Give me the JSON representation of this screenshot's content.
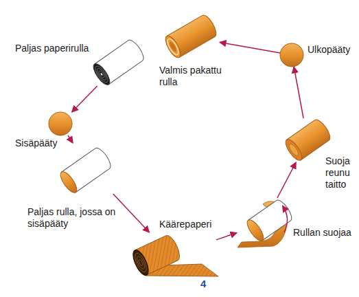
{
  "diagram": {
    "nodes": [
      {
        "text": [
          "Paljas paperirulla"
        ]
      },
      {
        "text": [
          "Sisäpääty"
        ]
      },
      {
        "text": [
          "Paljas rulla, jossa on sisäpääty"
        ]
      },
      {
        "text": [
          "Käärepaperi"
        ]
      },
      {
        "text": [
          "Rullan suojaa"
        ]
      },
      {
        "text": [
          "Suoja reunu taitto"
        ]
      },
      {
        "text": [
          "Ulkopääty"
        ]
      },
      {
        "text": [
          "Valmis pakattu rulla"
        ]
      }
    ],
    "edges": [
      {
        "from": 0,
        "to": 1,
        "arrow": "to"
      },
      {
        "from": 1,
        "to": 2,
        "arrow": "to"
      },
      {
        "from": 2,
        "to": 3,
        "arrow": "to"
      },
      {
        "from": 3,
        "to": 4,
        "arrow": "to"
      },
      {
        "from": 4,
        "to": 5,
        "arrow": "to"
      },
      {
        "from": 5,
        "to": 6,
        "arrow": "to"
      },
      {
        "from": 6,
        "to": 7,
        "arrow": "to"
      }
    ],
    "labels": [
      "4"
    ]
  }
}
